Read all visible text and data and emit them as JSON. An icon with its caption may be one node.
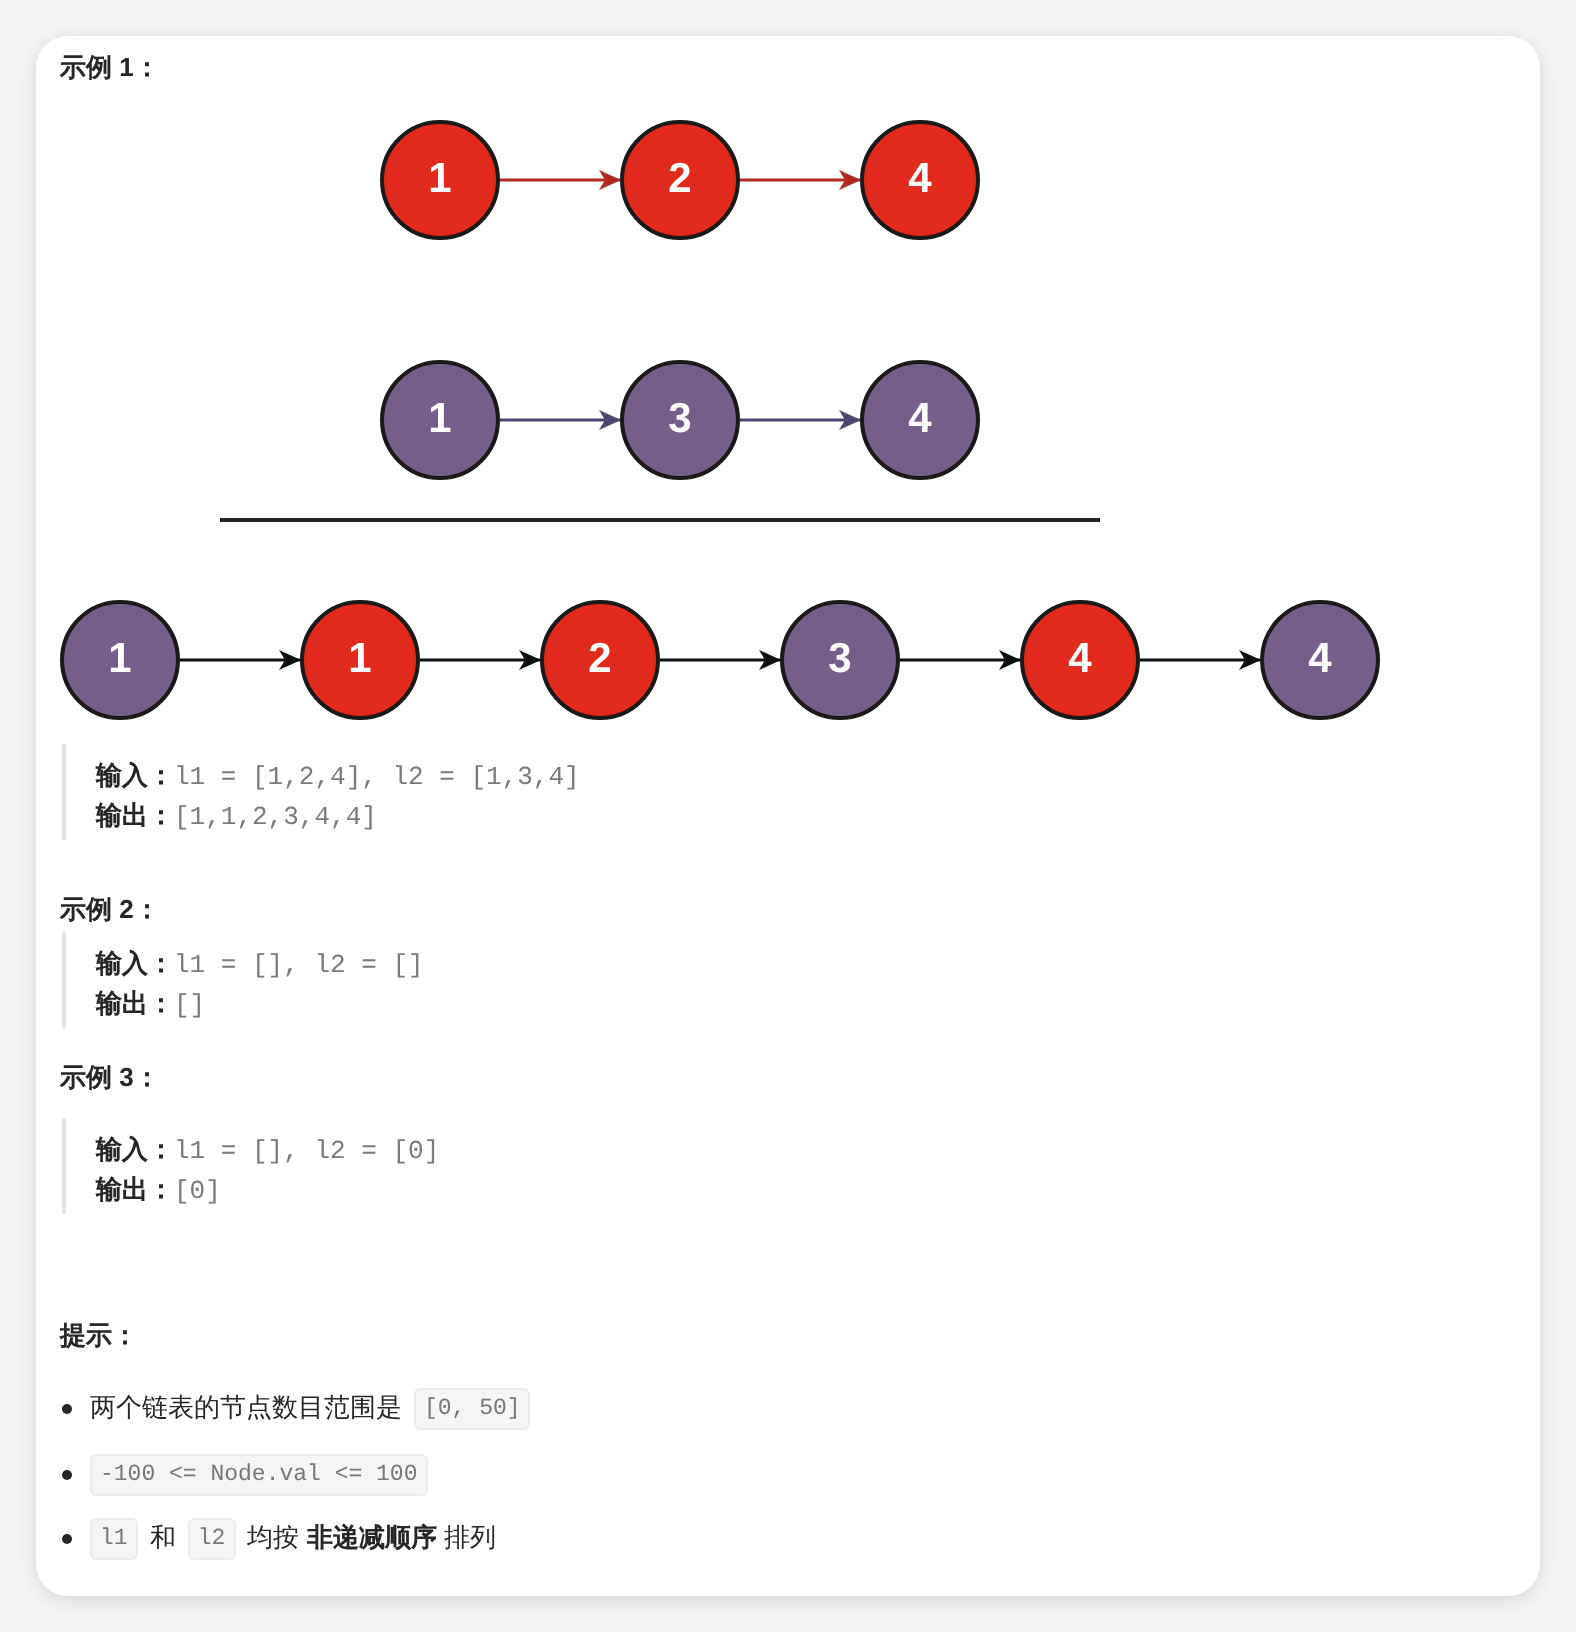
{
  "diagram": {
    "nodes": [
      {
        "text": [
          "1"
        ]
      },
      {
        "text": [
          "2"
        ]
      },
      {
        "text": [
          "4"
        ]
      },
      {
        "text": [
          "1"
        ]
      },
      {
        "text": [
          "3"
        ]
      },
      {
        "text": [
          "4"
        ]
      },
      {
        "text": [
          "1"
        ]
      },
      {
        "text": [
          "1"
        ]
      },
      {
        "text": [
          "2"
        ]
      },
      {
        "text": [
          "3"
        ]
      },
      {
        "text": [
          "4"
        ]
      },
      {
        "text": [
          "4"
        ]
      }
    ],
    "edges": [
      {
        "from": 0,
        "to": 1,
        "arrow": "to",
        "color": "#b02a21"
      },
      {
        "from": 1,
        "to": 2,
        "arrow": "to",
        "color": "#b02a21"
      },
      {
        "from": 3,
        "to": 4,
        "arrow": "to",
        "color": "#4e4470"
      },
      {
        "from": 4,
        "to": 5,
        "arrow": "to",
        "color": "#4e4470"
      },
      {
        "from": 6,
        "to": 7,
        "arrow": "to"
      },
      {
        "from": 7,
        "to": 8,
        "arrow": "to"
      },
      {
        "from": 8,
        "to": 9,
        "arrow": "to"
      },
      {
        "from": 9,
        "to": 10,
        "arrow": "to"
      },
      {
        "from": 10,
        "to": 11,
        "arrow": "to"
      }
    ],
    "labels": [
      "示例 1：",
      "**输入：**l1 = [1,2,4], l2 = [1,3,4]",
      "**输出：**[1,1,2,3,4,4]",
      "示例 2：",
      "**输入：**l1 = [], l2 = []",
      "**输出：**[]",
      "示例 3：",
      "**输入：**l1 = [], l2 = [0]",
      "**输出：**[0]",
      "提示：",
      "两个链表的节点数目范围是",
      "[0, 50]",
      "-100 <= Node.val <= 100",
      "l1",
      "和",
      "l2",
      "均按 **非递减顺序** 排列"
    ]
  }
}
